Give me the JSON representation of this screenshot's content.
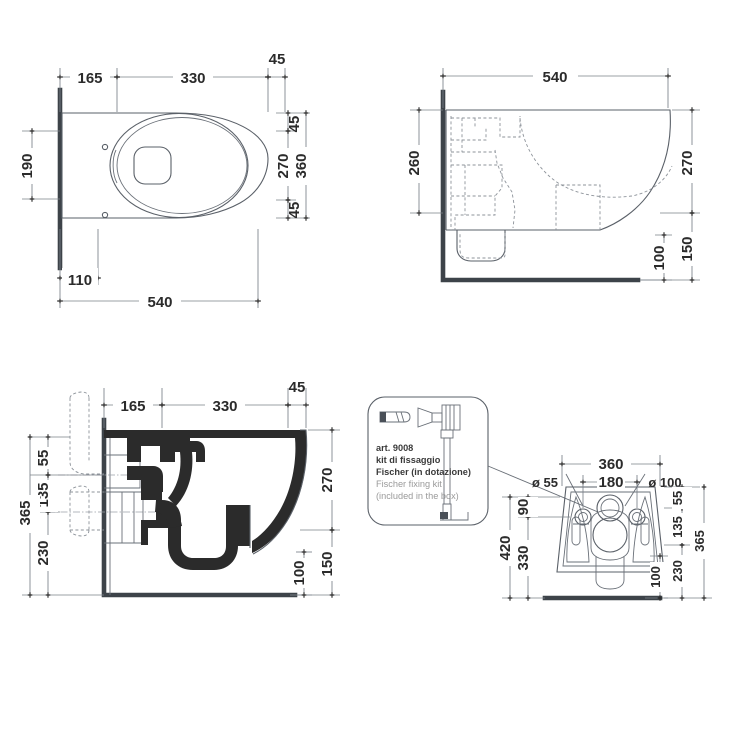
{
  "sheet": {
    "title": "Wall-hung WC technical drawing",
    "background": "#ffffff",
    "line_color": "#5a6068",
    "dim_color": "#2b2b2b",
    "wall_color": "#3d4349",
    "section_fill": "#2b2b2b",
    "hidden_color": "#8d939a"
  },
  "views": {
    "plan": {
      "name": "top-view-plan",
      "dims": {
        "d165": "165",
        "d330": "330",
        "d45_top": "45",
        "d190": "190",
        "d45_upper": "45",
        "d270": "270",
        "d45_lower": "45",
        "d360": "360",
        "d110": "110",
        "d540": "540"
      }
    },
    "side_outline": {
      "name": "side-view-outline",
      "dims": {
        "d540": "540",
        "d260": "260",
        "d270": "270",
        "d150": "150",
        "d100": "100"
      }
    },
    "section": {
      "name": "side-view-section",
      "dims": {
        "d165": "165",
        "d330": "330",
        "d45": "45",
        "d55": "55",
        "d135": "135",
        "d365": "365",
        "d230": "230",
        "d270": "270",
        "d150": "150",
        "d100": "100"
      }
    },
    "mounting": {
      "name": "wall-mounting-plate-detail",
      "dims": {
        "d360": "360",
        "d180": "180",
        "dia55": "ø 55",
        "dia100": "ø 100",
        "d420": "420",
        "d330": "330",
        "d90": "90",
        "d55": "55",
        "d135": "135",
        "d365": "365",
        "d230": "230",
        "d100": "100"
      }
    }
  },
  "fixing_kit": {
    "name": "fischer-fixing-kit-callout",
    "line1": "art. 9008",
    "line2": "kit di fissaggio",
    "line3": "Fischer (in dotazione)",
    "line4": "Fischer fixing kit",
    "line5": "(included in the box)"
  }
}
